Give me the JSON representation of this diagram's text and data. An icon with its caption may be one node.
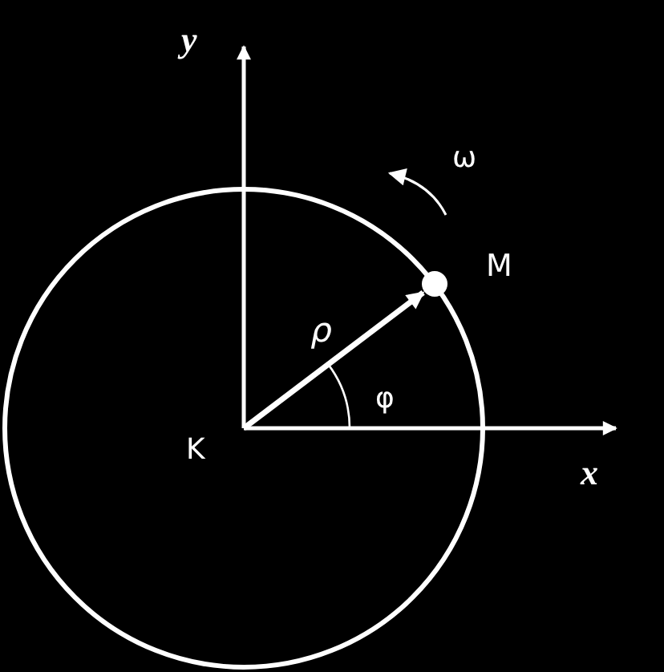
{
  "diagram": {
    "nodes": [
      {
        "text": [
          "K"
        ]
      },
      {
        "text": [],
        "shape": "circle",
        "beside": [
          "M"
        ]
      }
    ],
    "edges": [
      {
        "from": 0,
        "to": 1,
        "arrow": "to",
        "label": "ρ"
      }
    ],
    "labels": [
      "y",
      "ω",
      "φ",
      "x"
    ]
  }
}
